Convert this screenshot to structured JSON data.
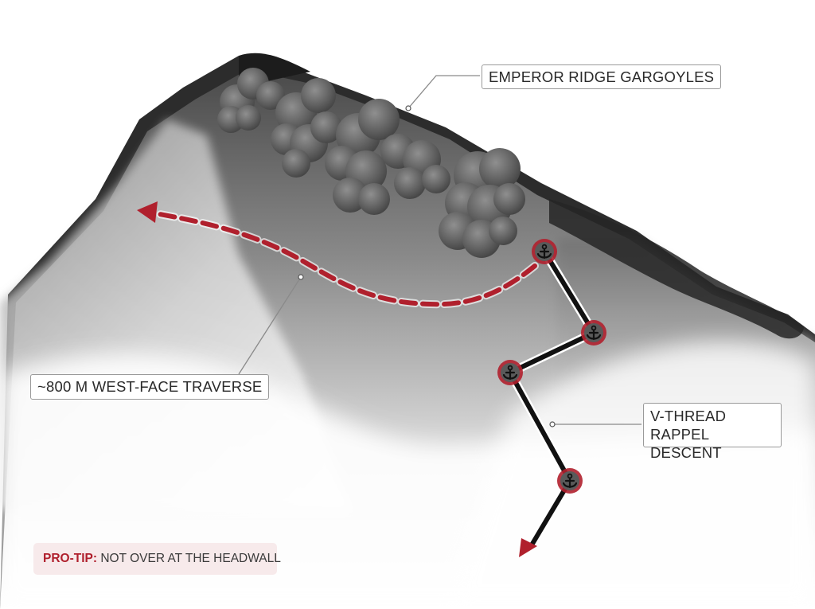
{
  "labels": {
    "gargoyles": "EMPEROR RIDGE GARGOYLES",
    "traverse": "~800 M WEST-FACE TRAVERSE",
    "rappel_line1": "V-THREAD",
    "rappel_line2": "RAPPEL DESCENT"
  },
  "protip": {
    "lead": "PRO-TIP:",
    "text": " NOT OVER AT THE HEADWALL"
  },
  "icons": {
    "anchor": "anchor-icon",
    "direction": "arrowhead-icon"
  },
  "colors": {
    "route_red": "#b0202d",
    "rope_black": "#111111",
    "callout_border": "#9a9a9a",
    "protip_bg": "#f7eaeb"
  }
}
